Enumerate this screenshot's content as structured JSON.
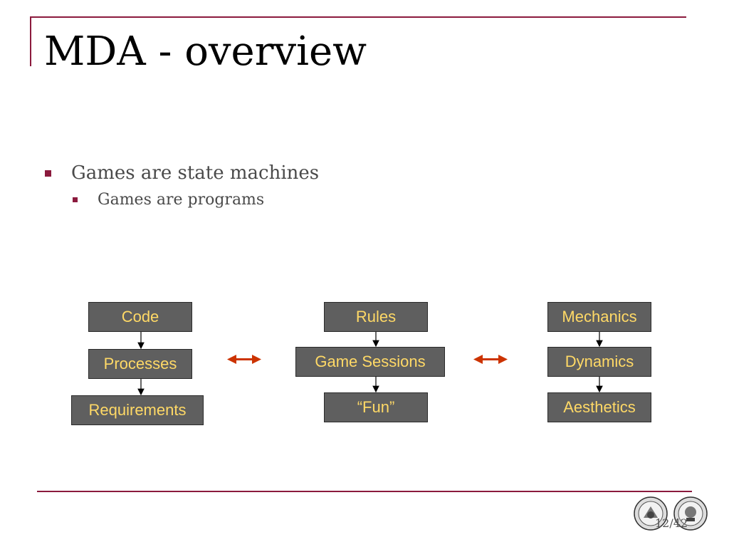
{
  "slide": {
    "title": "MDA - overview",
    "bullets": [
      {
        "text": "Games are state machines",
        "level": 1
      },
      {
        "text": "Games are programs",
        "level": 2
      }
    ],
    "page_number": "12/42"
  },
  "diagram": {
    "columns": [
      {
        "boxes": [
          "Code",
          "Processes",
          "Requirements"
        ]
      },
      {
        "boxes": [
          "Rules",
          "Game Sessions",
          "“Fun”"
        ]
      },
      {
        "boxes": [
          "Mechanics",
          "Dynamics",
          "Aesthetics"
        ]
      }
    ]
  },
  "colors": {
    "accent": "#8b1a3d",
    "box_fill": "#5f5f5f",
    "box_text": "#ffd966",
    "double_arrow": "#cc3300"
  }
}
